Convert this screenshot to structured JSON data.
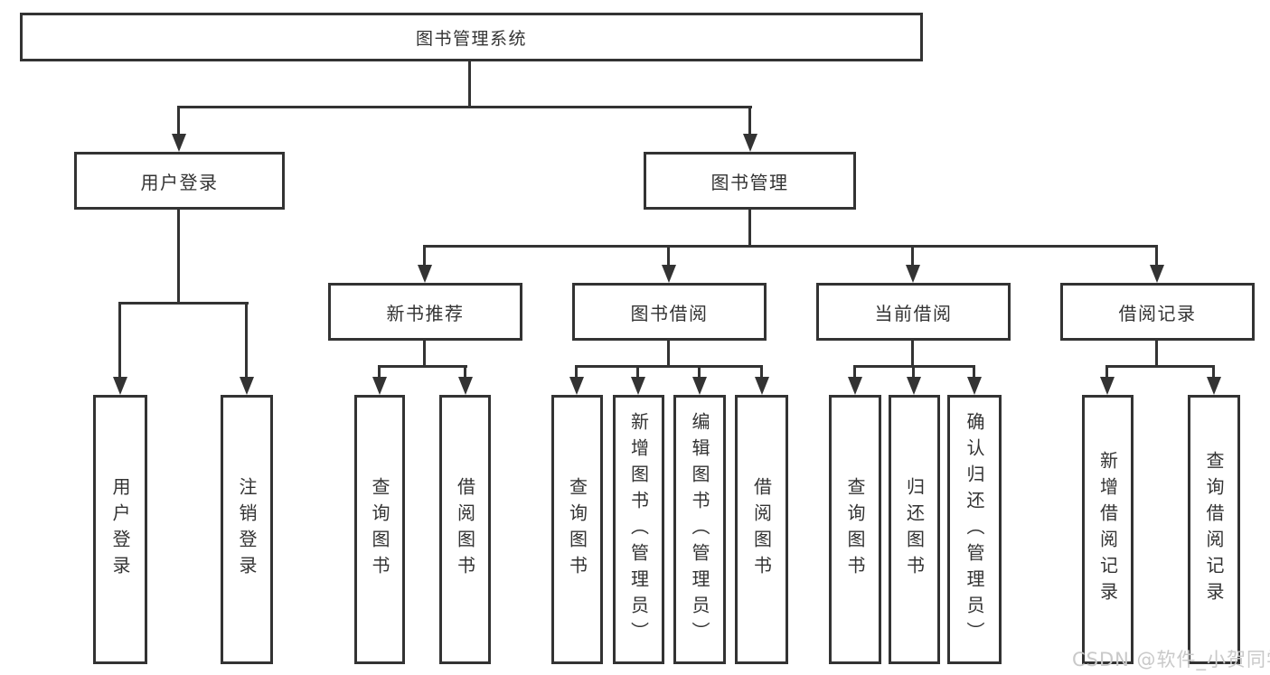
{
  "diagram": {
    "type": "hierarchy-tree",
    "root": {
      "label": "图书管理系统"
    },
    "level2": [
      {
        "label": "用户登录",
        "children": [
          "用户登录",
          "注销登录"
        ]
      },
      {
        "label": "图书管理",
        "children": [
          "新书推荐",
          "图书借阅",
          "当前借阅",
          "借阅记录"
        ]
      }
    ],
    "level3": [
      {
        "label": "新书推荐",
        "parent": "图书管理",
        "children": [
          "查询图书",
          "借阅图书"
        ]
      },
      {
        "label": "图书借阅",
        "parent": "图书管理",
        "children": [
          "查询图书",
          "新增图书（管理员）",
          "编辑图书（管理员）",
          "借阅图书"
        ]
      },
      {
        "label": "当前借阅",
        "parent": "图书管理",
        "children": [
          "查询图书",
          "归还图书",
          "确认归还（管理员）"
        ]
      },
      {
        "label": "借阅记录",
        "parent": "图书管理",
        "children": [
          "新增借阅记录",
          "查询借阅记录"
        ]
      }
    ],
    "leaves": [
      {
        "label": "用户登录",
        "parent": "用户登录"
      },
      {
        "label": "注销登录",
        "parent": "用户登录"
      },
      {
        "label": "查询图书",
        "parent": "新书推荐"
      },
      {
        "label": "借阅图书",
        "parent": "新书推荐"
      },
      {
        "label": "查询图书",
        "parent": "图书借阅"
      },
      {
        "label": "新增图书（管理员）",
        "parent": "图书借阅"
      },
      {
        "label": "编辑图书（管理员）",
        "parent": "图书借阅"
      },
      {
        "label": "借阅图书",
        "parent": "图书借阅"
      },
      {
        "label": "查询图书",
        "parent": "当前借阅"
      },
      {
        "label": "归还图书",
        "parent": "当前借阅"
      },
      {
        "label": "确认归还（管理员）",
        "parent": "当前借阅"
      },
      {
        "label": "新增借阅记录",
        "parent": "借阅记录"
      },
      {
        "label": "查询借阅记录",
        "parent": "借阅记录"
      }
    ]
  },
  "watermark": {
    "text": "CSDN @软件_小贺同学"
  },
  "colors": {
    "line": "#333333",
    "text": "#333333",
    "background": "#ffffff",
    "watermark": "#c9c9c9"
  }
}
